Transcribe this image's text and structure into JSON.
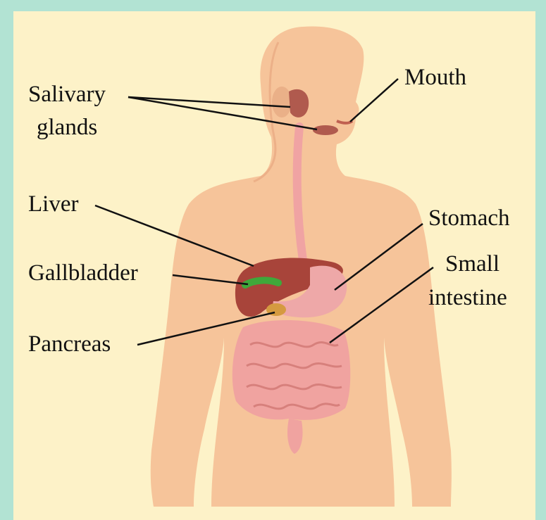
{
  "labels": {
    "salivary_line1": "Salivary",
    "salivary_line2": "glands",
    "mouth": "Mouth",
    "liver": "Liver",
    "gallbladder": "Gallbladder",
    "pancreas": "Pancreas",
    "stomach": "Stomach",
    "small_line1": "Small",
    "small_line2": "intestine"
  },
  "colors": {
    "frame": "#b2e3d3",
    "background": "#fdf2c8",
    "skin": "#f6c49a",
    "liver": "#a8443a",
    "gallbladder": "#3fa83a",
    "stomach": "#eea8a8",
    "intestine": "#f0a3a0"
  }
}
